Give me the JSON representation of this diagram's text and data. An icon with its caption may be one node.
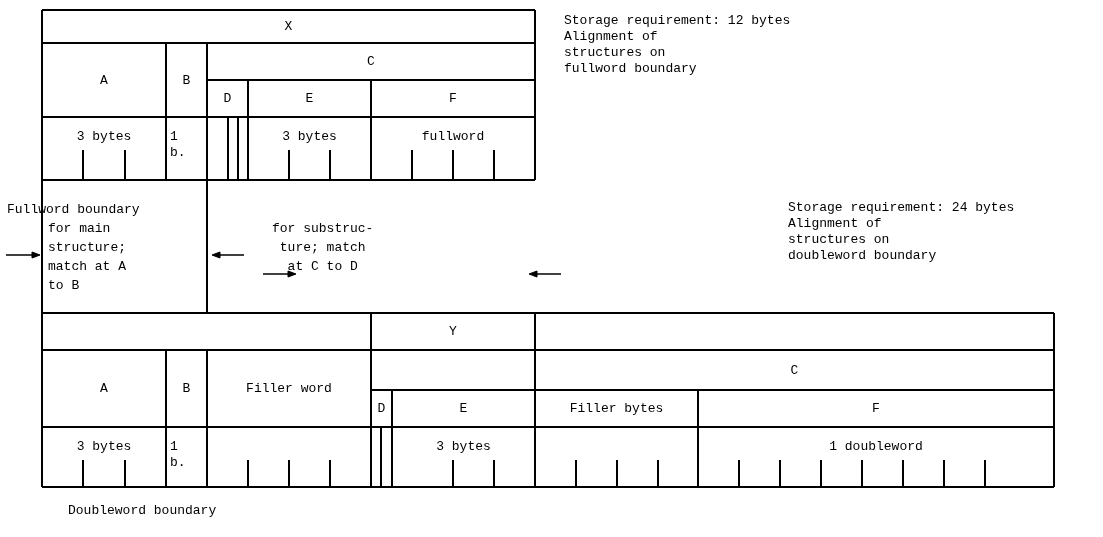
{
  "diagram": {
    "labels": [
      "X",
      "A",
      "B",
      "C",
      "D",
      "E",
      "F",
      "3 bytes",
      "1 b.",
      "3 bytes",
      "fullword",
      "Storage requirement: 12 bytes",
      "Alignment of structures on fullword boundary",
      "Fullword boundary",
      "for main structure; match at A to B",
      "for substruc- ture; match at C to D",
      "Storage requirement: 24 bytes",
      "Alignment of structures on doubleword boundary",
      "Y",
      "A",
      "B",
      "Filler word",
      "C",
      "D",
      "E",
      "Filler bytes",
      "F",
      "3 bytes",
      "1 b.",
      "3 bytes",
      "1 doubleword",
      "Doubleword boundary"
    ]
  }
}
